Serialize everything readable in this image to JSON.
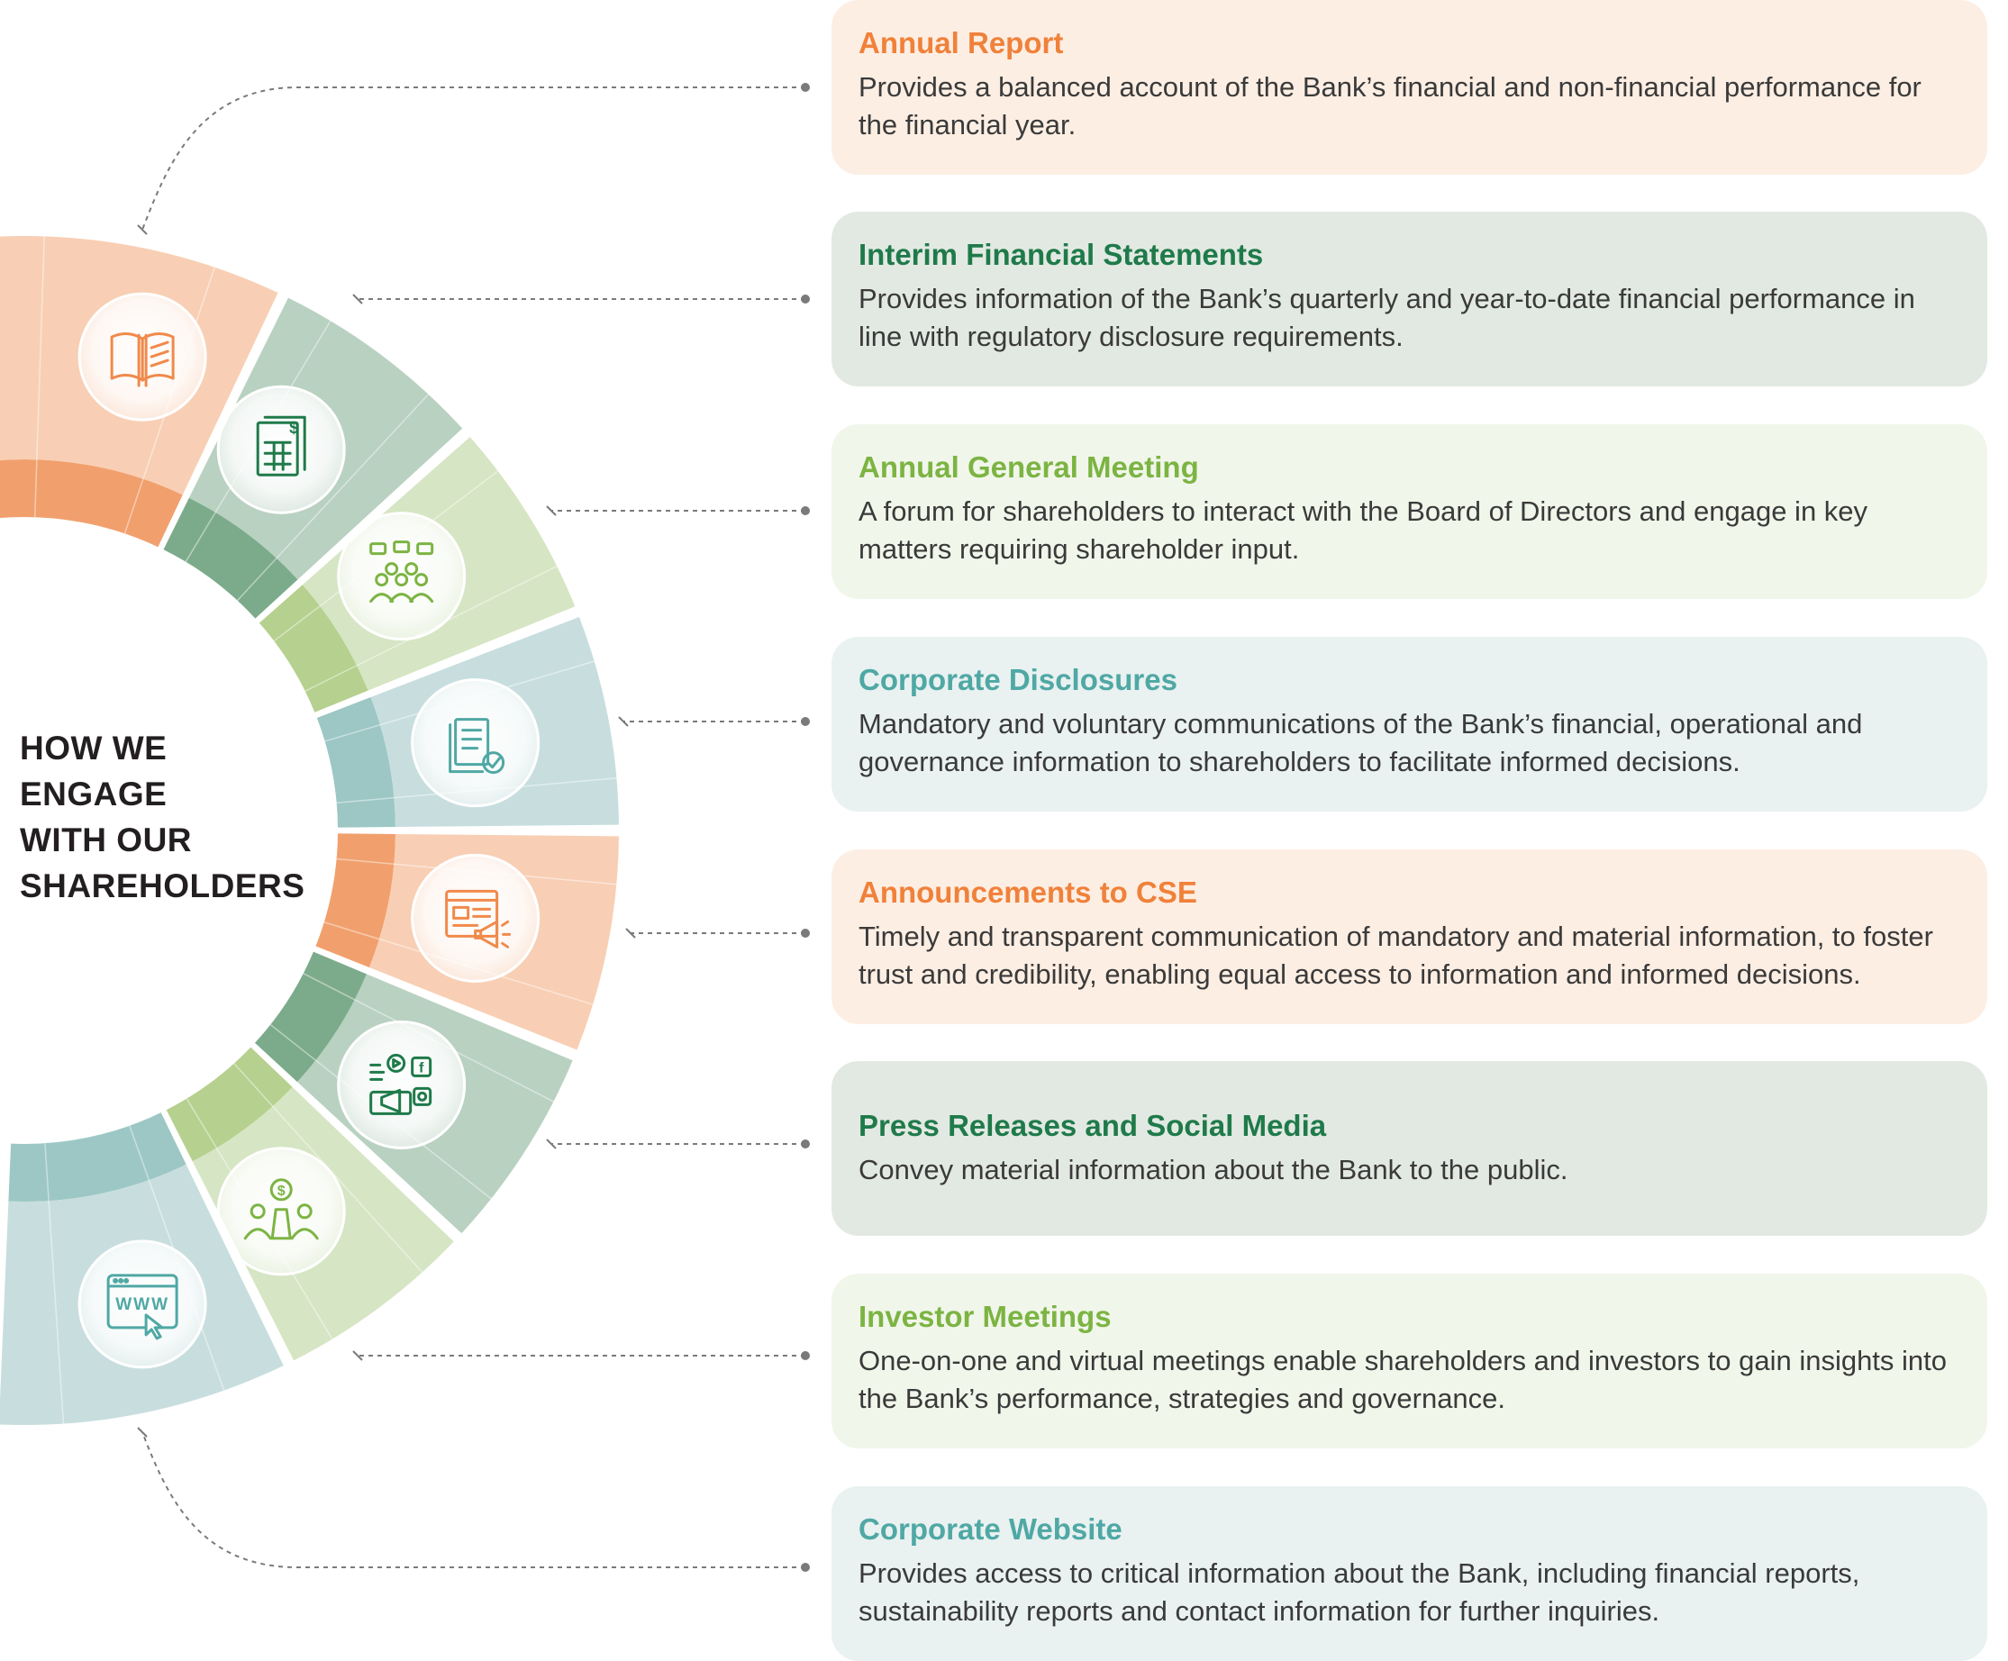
{
  "title_lines": [
    "HOW WE",
    "ENGAGE",
    "WITH OUR",
    "SHAREHOLDERS"
  ],
  "colors": {
    "orange": "#f0813a",
    "dark_green": "#1f7a4a",
    "light_green": "#7cb443",
    "teal": "#4fa8a4",
    "peach_bg": "#fdeee3",
    "sage_bg": "#e2e9e2",
    "lime_bg": "#f1f6ea",
    "mist_bg": "#e9f1f1"
  },
  "channels": [
    {
      "title": "Annual Report",
      "description": "Provides a balanced account of the Bank’s financial and non-financial performance for the financial year.",
      "icon": "book-icon"
    },
    {
      "title": "Interim Financial Statements",
      "description": "Provides information of the Bank’s quarterly and year-to-date financial performance in line with regulatory disclosure requirements.",
      "icon": "financial-statement-icon"
    },
    {
      "title": "Annual General Meeting",
      "description": "A forum for shareholders to interact with the Board of Directors and engage in key matters requiring shareholder input.",
      "icon": "meeting-group-icon"
    },
    {
      "title": "Corporate Disclosures",
      "description": "Mandatory and voluntary communications of the Bank’s financial, operational and governance information to shareholders to facilitate informed decisions.",
      "icon": "documents-check-icon"
    },
    {
      "title": "Announcements to CSE",
      "description": "Timely and transparent communication of mandatory and material information, to foster trust and credibility, enabling equal access to information and informed decisions.",
      "icon": "megaphone-news-icon"
    },
    {
      "title": "Press Releases and Social Media",
      "description": "Convey material information about the Bank to the public.",
      "icon": "social-media-icon"
    },
    {
      "title": "Investor Meetings",
      "description": "One-on-one and virtual meetings enable shareholders and investors to gain insights into the Bank’s performance, strategies and governance.",
      "icon": "investor-meeting-icon"
    },
    {
      "title": "Corporate Website",
      "description": "Provides access to critical information about the Bank, including financial reports, sustainability reports and contact information for further inquiries.",
      "icon": "website-icon"
    }
  ],
  "icon_glyphs": {
    "www": "WWW",
    "dollar": "$",
    "facebook": "f"
  }
}
